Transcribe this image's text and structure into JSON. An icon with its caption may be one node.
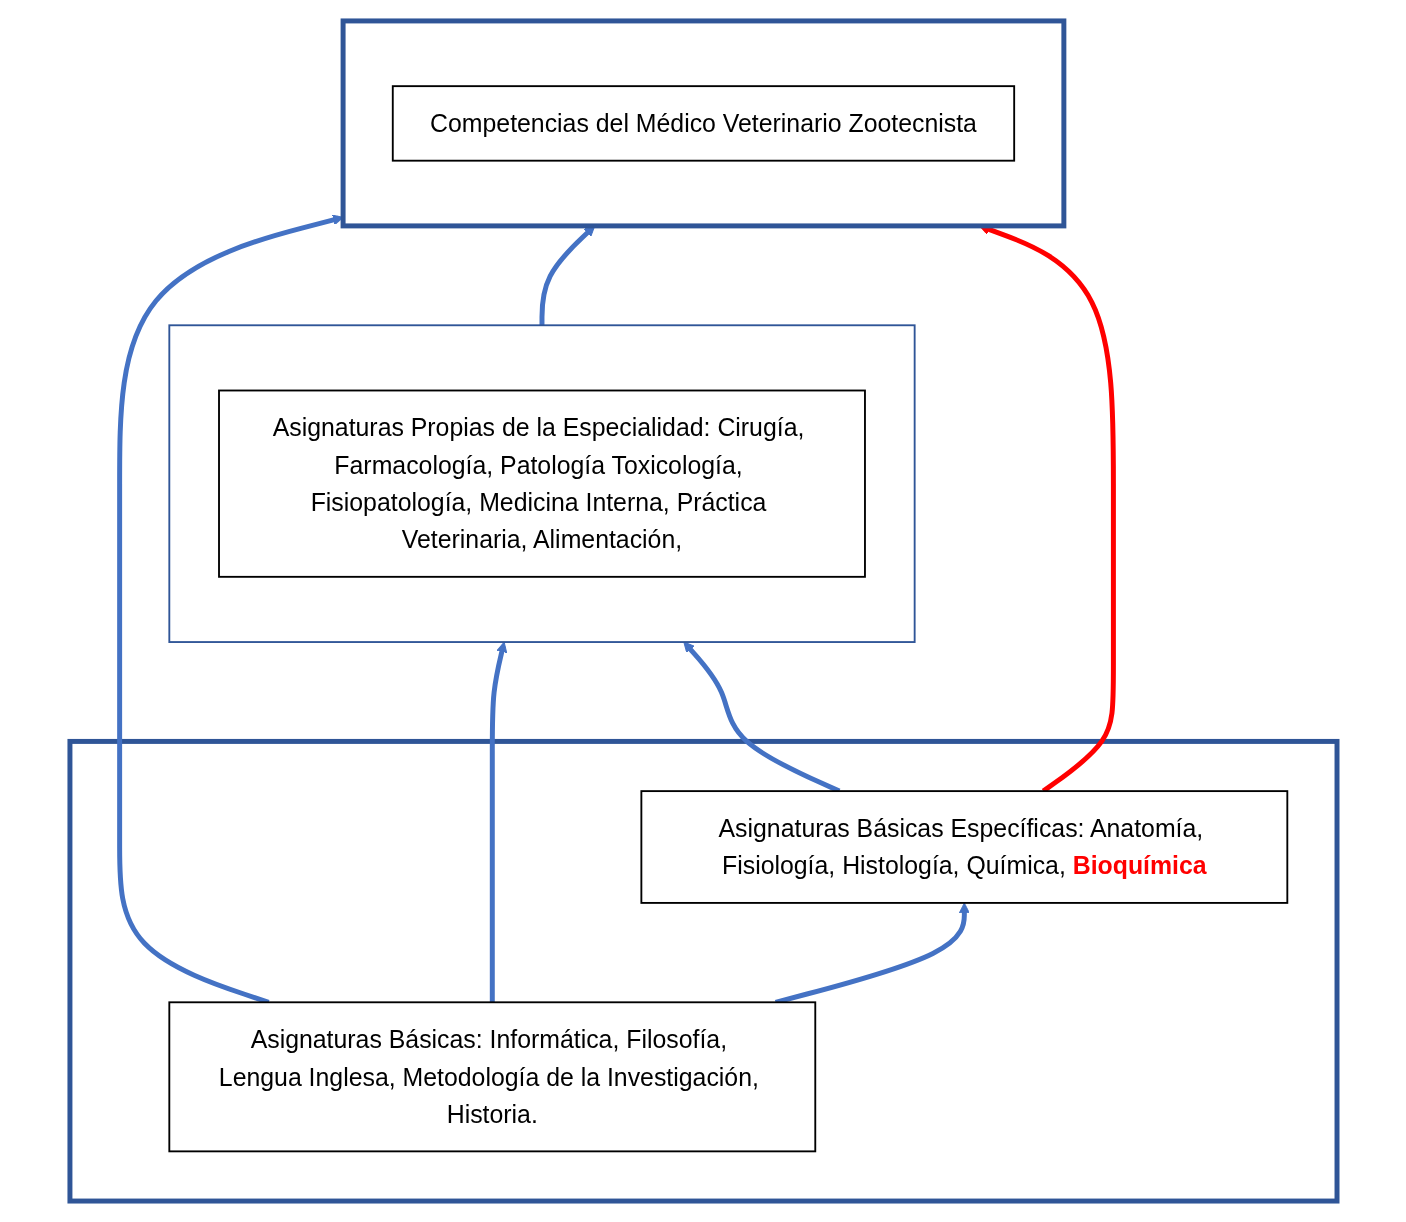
{
  "diagram": {
    "nodes": [
      {
        "text": [],
        "shape": "box"
      },
      {
        "text": [
          "Competencias del Médico Veterinario Zootecnista"
        ],
        "in": 0
      },
      {
        "text": [],
        "shape": "box"
      },
      {
        "text": [
          "Asignaturas Propias de la Especialidad: Cirugía, Farmacología, Patología Toxicología, Fisiopatología, Medicina Interna, Práctica Veterinaria, Alimentación,"
        ],
        "in": 2
      },
      {
        "text": [],
        "shape": "box"
      },
      {
        "text": [
          "Asignaturas Básicas: Informática, Filosofía, Lengua Inglesa, Metodología de la Investigación, Historia."
        ],
        "in": 4
      },
      {
        "text": [
          "Asignaturas Básicas Específicas: Anatomía, Fisiología, Histología, Química, **Bioquímica**"
        ],
        "in": 4
      }
    ],
    "edges": [
      {
        "from": 5,
        "to": 0,
        "arrow": "to"
      },
      {
        "from": 2,
        "to": 0,
        "arrow": "to"
      },
      {
        "from": 5,
        "to": 2,
        "arrow": "to"
      },
      {
        "from": 6,
        "to": 2,
        "arrow": "to"
      },
      {
        "from": 6,
        "to": 0,
        "arrow": "to",
        "color": "#ff0000"
      },
      {
        "from": 5,
        "to": 6,
        "arrow": "to"
      }
    ]
  }
}
